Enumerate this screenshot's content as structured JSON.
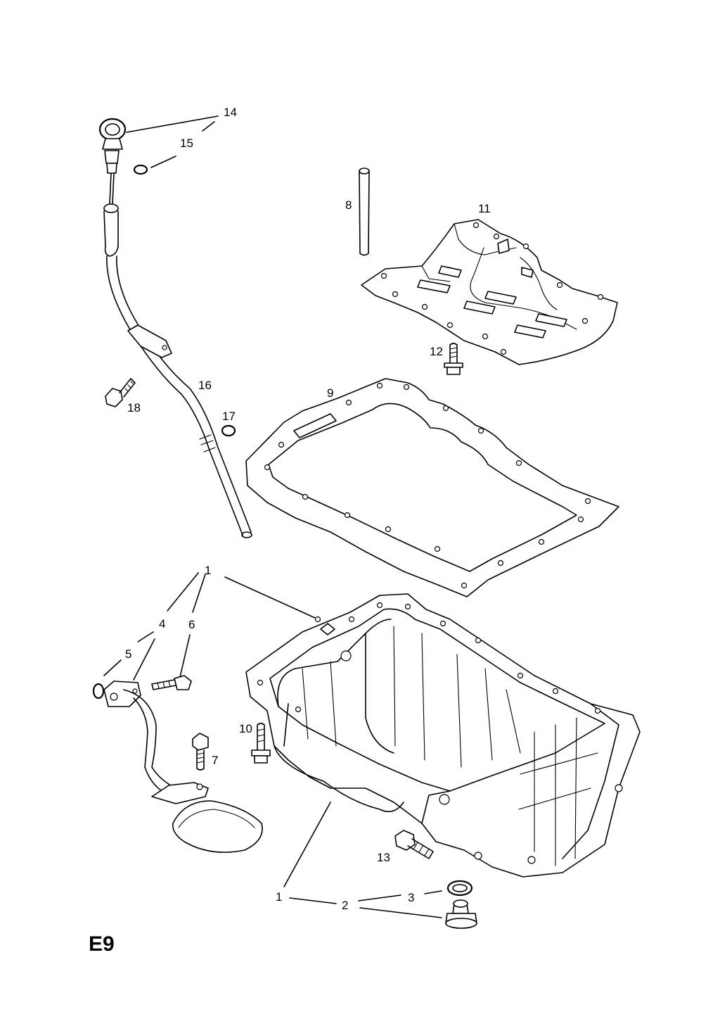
{
  "diagram_code": "E9",
  "callouts": {
    "c1a": "1",
    "c1b": "1",
    "c2": "2",
    "c3": "3",
    "c4": "4",
    "c5": "5",
    "c6": "6",
    "c7": "7",
    "c8": "8",
    "c9": "9",
    "c10": "10",
    "c11": "11",
    "c12": "12",
    "c13": "13",
    "c14": "14",
    "c15": "15",
    "c16": "16",
    "c17": "17",
    "c18": "18"
  }
}
